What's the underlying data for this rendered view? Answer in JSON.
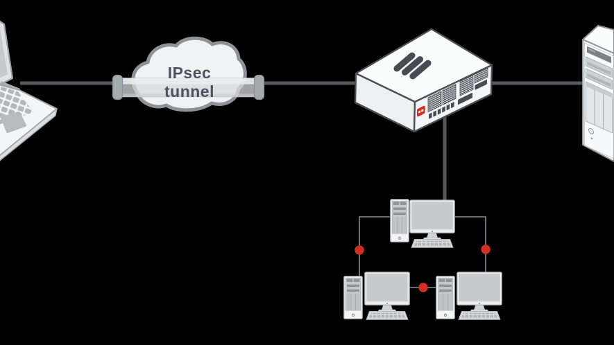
{
  "diagram": {
    "tunnel": {
      "label_line1": "IPsec",
      "label_line2": "tunnel"
    },
    "colors": {
      "background": "#000000",
      "link": "#55585c",
      "lan_link": "#8a8f93",
      "dot_red": "#d32f23",
      "cloud_fill": "#f1f2f3",
      "cloud_stroke": "#8d9298",
      "label_text": "#4a5460",
      "device_outline": "#4b5056",
      "fortinet_red": "#dc291e"
    },
    "nodes": [
      {
        "id": "laptop",
        "icon": "laptop-icon"
      },
      {
        "id": "ipsec-tunnel",
        "icon": "cloud-tunnel-icon",
        "label": "IPsec tunnel"
      },
      {
        "id": "firewall",
        "icon": "fortigate-firewall-icon"
      },
      {
        "id": "server",
        "icon": "server-tower-icon"
      },
      {
        "id": "workstation-top",
        "icon": "desktop-pc-icon"
      },
      {
        "id": "workstation-bottom-left",
        "icon": "desktop-pc-icon"
      },
      {
        "id": "workstation-bottom-right",
        "icon": "desktop-pc-icon"
      }
    ],
    "connections": [
      {
        "from": "laptop",
        "to": "ipsec-tunnel"
      },
      {
        "from": "ipsec-tunnel",
        "to": "firewall"
      },
      {
        "from": "firewall",
        "to": "server"
      },
      {
        "from": "firewall",
        "to": "workstation-top"
      },
      {
        "from": "workstation-top",
        "to": "workstation-bottom-left",
        "marker": "red-dot"
      },
      {
        "from": "workstation-top",
        "to": "workstation-bottom-right",
        "marker": "red-dot"
      },
      {
        "from": "workstation-bottom-left",
        "to": "workstation-bottom-right",
        "marker": "red-dot"
      }
    ]
  }
}
